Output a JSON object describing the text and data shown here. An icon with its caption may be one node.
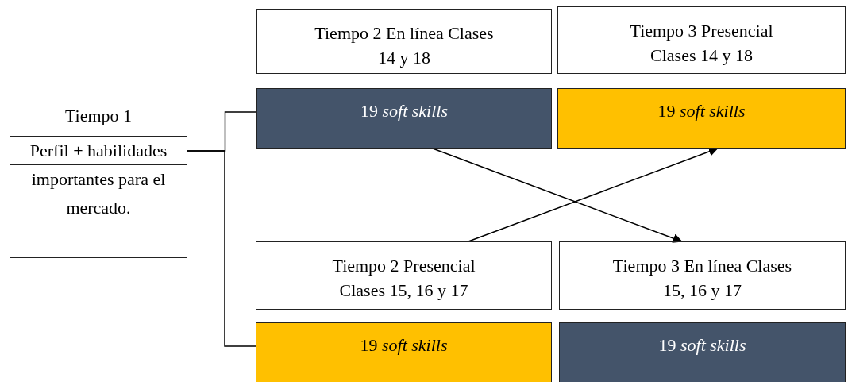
{
  "diagram": {
    "nodes": [
      {
        "text": [
          "Tiempo 1",
          "Perfil + habilidades importantes para el mercado."
        ]
      },
      {
        "text": [
          "Tiempo 2 En línea Clases 14 y 18"
        ]
      },
      {
        "text": [
          "Tiempo 3 Presencial Clases 14 y 18"
        ]
      },
      {
        "text": [
          "19 *soft skills*"
        ]
      },
      {
        "text": [
          "19 *soft skills*"
        ]
      },
      {
        "text": [
          "Tiempo 2 Presencial Clases 15, 16 y 17"
        ]
      },
      {
        "text": [
          "Tiempo 3 En línea Clases 15, 16 y 17"
        ]
      },
      {
        "text": [
          "19 *soft skills*"
        ]
      },
      {
        "text": [
          "19 *soft skills*"
        ]
      }
    ],
    "edges": [
      {
        "from": 0,
        "to": 3,
        "arrow": "none"
      },
      {
        "from": 0,
        "to": 7,
        "arrow": "none"
      },
      {
        "from": 3,
        "to": 6,
        "arrow": "to"
      },
      {
        "from": 5,
        "to": 4,
        "arrow": "to"
      }
    ]
  }
}
